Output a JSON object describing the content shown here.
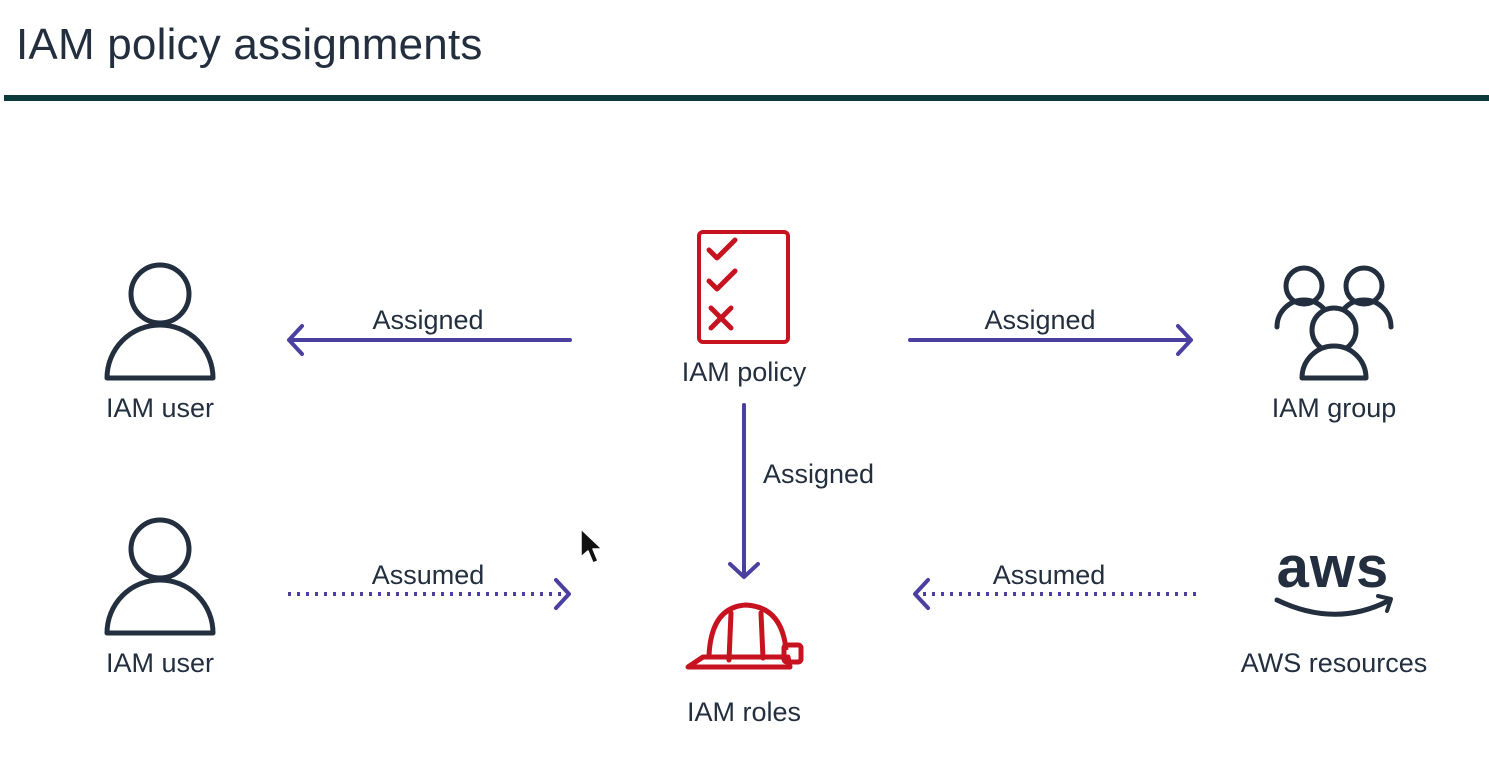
{
  "title": "IAM policy assignments",
  "colors": {
    "title_rule": "#0b3b3b",
    "arrow": "#4b3fa0",
    "policy_icon": "#c7131f",
    "role_icon": "#c7131f",
    "text": "#232f3e"
  },
  "nodes": {
    "policy": {
      "label": "IAM policy",
      "icon": "policy-checklist-icon"
    },
    "user_top": {
      "label": "IAM user",
      "icon": "user-icon"
    },
    "group": {
      "label": "IAM group",
      "icon": "group-icon"
    },
    "user_bottom": {
      "label": "IAM user",
      "icon": "user-icon"
    },
    "roles": {
      "label": "IAM roles",
      "icon": "hard-hat-icon"
    },
    "aws": {
      "label": "AWS resources",
      "icon": "aws-logo-icon",
      "logo_text": "aws"
    }
  },
  "edges": {
    "policy_to_user": {
      "label": "Assigned",
      "style": "solid"
    },
    "policy_to_group": {
      "label": "Assigned",
      "style": "solid"
    },
    "policy_to_roles": {
      "label": "Assigned",
      "style": "solid"
    },
    "user_to_roles": {
      "label": "Assumed",
      "style": "dotted"
    },
    "aws_to_roles": {
      "label": "Assumed",
      "style": "dotted"
    }
  }
}
